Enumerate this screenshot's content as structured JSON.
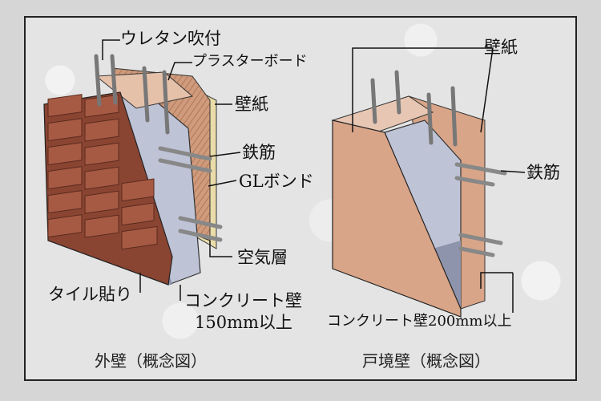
{
  "exterior": {
    "caption": "外壁（概念図）",
    "labels": {
      "urethane": "ウレタン吹付",
      "plasterboard": "プラスターボード",
      "wallpaper": "壁紙",
      "rebar": "鉄筋",
      "gl_bond": "GLボンド",
      "air_layer": "空気層",
      "tile": "タイル貼り",
      "concrete_wall": "コンクリート壁",
      "concrete_thickness": "150mm以上"
    }
  },
  "partition": {
    "caption": "戸境壁（概念図）",
    "labels": {
      "wallpaper": "壁紙",
      "rebar": "鉄筋",
      "concrete_wall": "コンクリート壁200mm以上"
    }
  },
  "colors": {
    "brick": "#a65a44",
    "brick_dark": "#6e3424",
    "concrete": "#bfc3d6",
    "concrete_dark": "#8f94ad",
    "wallpaper": "#e9dca8",
    "plaster": "#d7a888",
    "partition_face": "#d9a588",
    "line": "#1a1a1a"
  }
}
